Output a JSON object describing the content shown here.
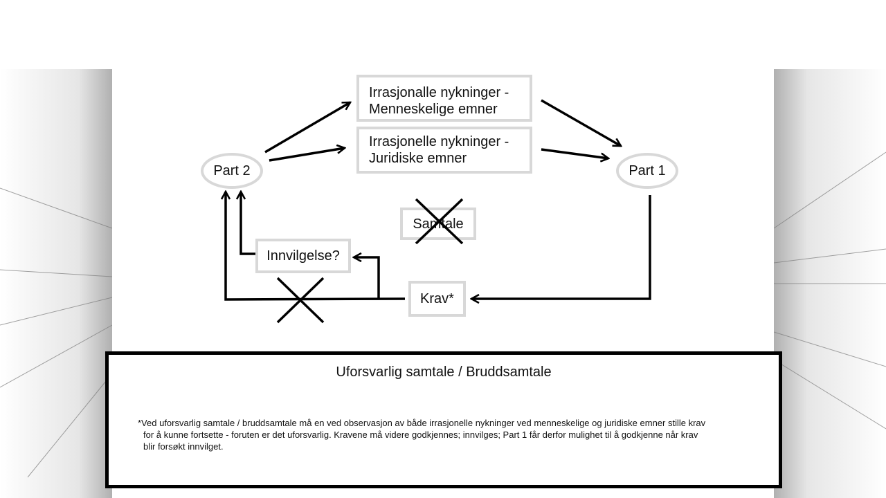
{
  "diagram": {
    "nodes": {
      "part2": "Part 2",
      "part1": "Part 1",
      "irr_menneskelige_line1": "Irrasjonalle nykninger -",
      "irr_menneskelige_line2": "Menneskelige emner",
      "irr_juridiske_line1": "Irrasjonelle nykninger -",
      "irr_juridiske_line2": "Juridiske emner",
      "samtale": "Samtale",
      "innvilgelse": "Innvilgelse?",
      "krav": "Krav*"
    },
    "colors": {
      "node_border": "#d8d8d8",
      "arrow": "#000000"
    }
  },
  "panel": {
    "title": "Uforsvarlig samtale / Bruddsamtale",
    "note_line1": "*Ved uforsvarlig samtale / bruddsamtale må en ved observasjon av både irrasjonelle nykninger ved menneskelige og juridiske emner stille krav",
    "note_line2": "for å kunne fortsette - foruten er det uforsvarlig. Kravene må videre godkjennes; innvilges; Part 1 får derfor mulighet til å godkjenne når krav",
    "note_line3": "blir forsøkt innvilget."
  }
}
